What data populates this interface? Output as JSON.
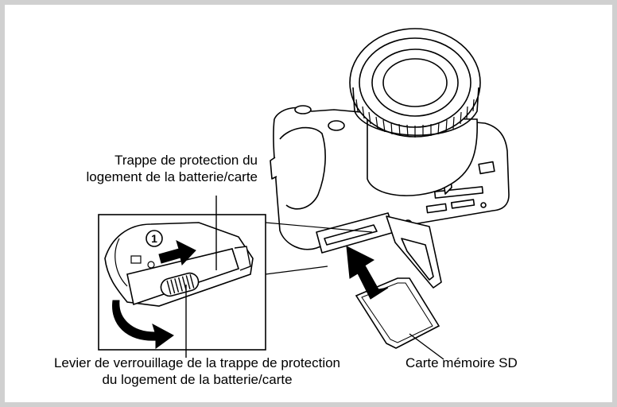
{
  "labels": {
    "trappe": {
      "line1": "Trappe de protection du",
      "line2": "logement de la batterie/carte"
    },
    "levier": {
      "line1": "Levier de verrouillage de la trappe de protection",
      "line2": "du logement de la batterie/carte"
    },
    "carte": "Carte mémoire SD"
  },
  "step_number": "1",
  "colors": {
    "frame": "#d0d0d0",
    "stroke": "#000000",
    "arrow": "#000000"
  }
}
